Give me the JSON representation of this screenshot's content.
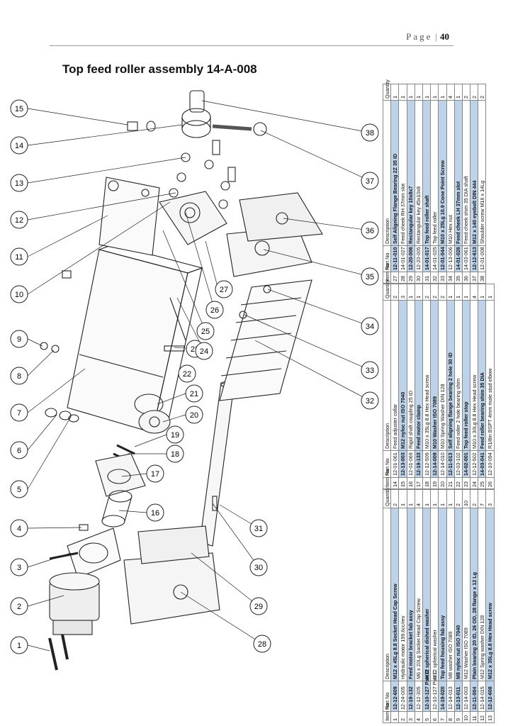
{
  "header": {
    "page_word": "Page",
    "separator": "|",
    "page_number": "40"
  },
  "title": "Top feed roller assembly 14-A-008",
  "callouts": [
    "1",
    "2",
    "3",
    "4",
    "5",
    "6",
    "7",
    "8",
    "9",
    "10",
    "11",
    "12",
    "13",
    "14",
    "15",
    "16",
    "17",
    "18",
    "19",
    "20",
    "21",
    "22",
    "23",
    "24",
    "25",
    "26",
    "27",
    "28",
    "29",
    "30",
    "31",
    "32",
    "33",
    "34",
    "35",
    "36",
    "37",
    "38"
  ],
  "table_headers": {
    "item": "Item No",
    "part": "Part No",
    "desc": "Description",
    "qty": "Quantity"
  },
  "tables": [
    {
      "rows": [
        {
          "item": "1",
          "part": "12-12-609",
          "desc": "M12 x 45Lg 8.8 Socket Head Cap Screw",
          "qty": "2",
          "hl": true
        },
        {
          "item": "2",
          "part": "12-24-005",
          "desc": "Hydraulic motor 199.6cc/rev",
          "qty": "1",
          "hl": false
        },
        {
          "item": "3",
          "part": "12-19-132",
          "desc": "Feed motor bracket fab assy",
          "qty": "1",
          "hl": true
        },
        {
          "item": "4",
          "part": "12-12-305",
          "desc": "M6 x 20Lg Socket Head Cap Screw",
          "qty": "4",
          "hl": false
        },
        {
          "item": "5",
          "part": "12-10-127 Part D",
          "desc": "M12 spherical dished washer",
          "qty": "1",
          "hl": true
        },
        {
          "item": "6",
          "part": "12-10-127 Part C",
          "desc": "M12 spherical washer",
          "qty": "1",
          "hl": false
        },
        {
          "item": "7",
          "part": "14-19-020",
          "desc": "Top feed housing fab assy",
          "qty": "1",
          "hl": true
        },
        {
          "item": "8",
          "part": "12-14-013",
          "desc": "M8 washer ISO 7089",
          "qty": "1",
          "hl": false
        },
        {
          "item": "9",
          "part": "12-13-011",
          "desc": "M8 nyloc nut ISO 7040",
          "qty": "2",
          "hl": true
        },
        {
          "item": "10",
          "part": "12-14-003",
          "desc": "M12 Washer ISO 7089",
          "qty": "10",
          "hl": false
        },
        {
          "item": "11",
          "part": "12-11-004",
          "desc": "Plain bearing 20 ID, 26 OD, 28 flange x 12 Lg",
          "qty": "2",
          "hl": true
        },
        {
          "item": "12",
          "part": "12-14-015",
          "desc": "M12 Spring washer DIN 128",
          "qty": "7",
          "hl": false
        },
        {
          "item": "13",
          "part": "12-12-608",
          "desc": "M12 x 35Lg 8.8 Hex Head screw",
          "qty": "3",
          "hl": true
        }
      ]
    },
    {
      "rows": [
        {
          "item": "14",
          "part": "12-01-061",
          "desc": "Feed adjuster collar",
          "qty": "2",
          "hl": false
        },
        {
          "item": "15",
          "part": "12-13-003",
          "desc": "M12 nyloc nut ISO 7040",
          "qty": "3",
          "hl": true
        },
        {
          "item": "16",
          "part": "12-01-069",
          "desc": "Rigid shaft coupling 25 ID",
          "qty": "1",
          "hl": false
        },
        {
          "item": "17",
          "part": "12-19-133",
          "desc": "Feed motor clamp",
          "qty": "1",
          "hl": true
        },
        {
          "item": "18",
          "part": "12-12-509",
          "desc": "M10 x 35Lg 8.8 Hex Head screw",
          "qty": "2",
          "hl": false
        },
        {
          "item": "19",
          "part": "12-14-009",
          "desc": "M10 Washer ISO 7089",
          "qty": "2",
          "hl": true
        },
        {
          "item": "20",
          "part": "12-14-010",
          "desc": "M10 Spring Washer DIN 128",
          "qty": "2",
          "hl": false
        },
        {
          "item": "21",
          "part": "12-11-013",
          "desc": "Self aligning flange bearing 2 hole 30 ID",
          "qty": "1",
          "hl": true
        },
        {
          "item": "22",
          "part": "12-03-102",
          "desc": "Feed roller 2 hole bearing shim",
          "qty": "1",
          "hl": false
        },
        {
          "item": "23",
          "part": "14-02-001",
          "desc": "Top feed roller stop",
          "qty": "1",
          "hl": true
        },
        {
          "item": "24",
          "part": "12-12-502",
          "desc": "M10 x 30Lg 8.8 Hex Head screw",
          "qty": "4",
          "hl": false
        },
        {
          "item": "25",
          "part": "14-03-041",
          "desc": "Feed roller bearing shim 35 DIA",
          "qty": "1",
          "hl": true
        },
        {
          "item": "26",
          "part": "12-10-094",
          "desc": "R1/8in BSPT 4mm male stud elbow",
          "qty": "1",
          "hl": false
        }
      ]
    },
    {
      "rows": [
        {
          "item": "27",
          "part": "12-11-010",
          "desc": "Self Aligning Flange Bearing 2Z 35 ID",
          "qty": "1",
          "hl": true
        },
        {
          "item": "28",
          "part": "14-01-027",
          "desc": "Feed cheek RH 37mm slot",
          "qty": "1",
          "hl": false
        },
        {
          "item": "29",
          "part": "12-20-006",
          "desc": "Rectangular key 10x8x7",
          "qty": "1",
          "hl": true
        },
        {
          "item": "30",
          "part": "12-20-005",
          "desc": "Rectangular key 45x10x8",
          "qty": "1",
          "hl": false
        },
        {
          "item": "31",
          "part": "14-01-017",
          "desc": "Top feed roller shaft",
          "qty": "1",
          "hl": true
        },
        {
          "item": "32",
          "part": "14-01-025",
          "desc": "Top feed roller",
          "qty": "1",
          "hl": false
        },
        {
          "item": "33",
          "part": "12-01-044",
          "desc": "M10 x 25Lg 10.9 Cone Point Screw",
          "qty": "1",
          "hl": true
        },
        {
          "item": "34",
          "part": "12-13-006",
          "desc": "M10 Hex nut",
          "qty": "4",
          "hl": false
        },
        {
          "item": "35",
          "part": "14-01-026",
          "desc": "Feed cheek LH 37mm slot",
          "qty": "1",
          "hl": true
        },
        {
          "item": "36",
          "part": "14-03-061",
          "desc": "Feed cheek shim 35 DIA shaft",
          "qty": "2",
          "hl": false
        },
        {
          "item": "37",
          "part": "12-12-613",
          "desc": "M12 x 140 eyebolt DIN 444",
          "qty": "2",
          "hl": true
        },
        {
          "item": "38",
          "part": "12-01-008",
          "desc": "Shoulder screw M16 x 14Lg",
          "qty": "2",
          "hl": false
        }
      ]
    }
  ]
}
